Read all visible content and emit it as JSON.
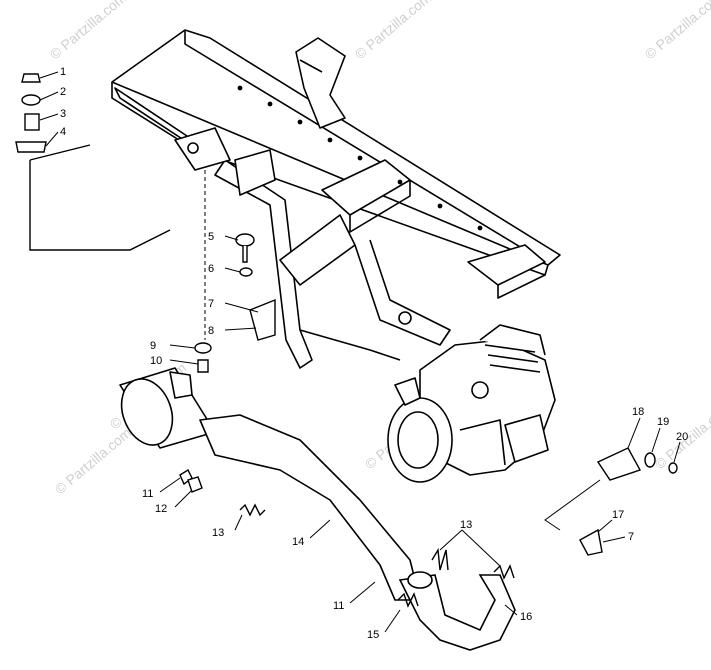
{
  "watermark": "© Partzilla.com",
  "callouts": [
    {
      "id": "c1",
      "text": "1"
    },
    {
      "id": "c2",
      "text": "2"
    },
    {
      "id": "c3",
      "text": "3"
    },
    {
      "id": "c4",
      "text": "4"
    },
    {
      "id": "c5",
      "text": "5"
    },
    {
      "id": "c6",
      "text": "6"
    },
    {
      "id": "c7a",
      "text": "7"
    },
    {
      "id": "c8",
      "text": "8"
    },
    {
      "id": "c9",
      "text": "9"
    },
    {
      "id": "c10",
      "text": "10"
    },
    {
      "id": "c11a",
      "text": "11"
    },
    {
      "id": "c12",
      "text": "12"
    },
    {
      "id": "c13a",
      "text": "13"
    },
    {
      "id": "c14",
      "text": "14"
    },
    {
      "id": "c11b",
      "text": "11"
    },
    {
      "id": "c15",
      "text": "15"
    },
    {
      "id": "c13b",
      "text": "13"
    },
    {
      "id": "c16",
      "text": "16"
    },
    {
      "id": "c17",
      "text": "17"
    },
    {
      "id": "c7b",
      "text": "7"
    },
    {
      "id": "c18",
      "text": "18"
    },
    {
      "id": "c19",
      "text": "19"
    },
    {
      "id": "c20",
      "text": "20"
    }
  ]
}
